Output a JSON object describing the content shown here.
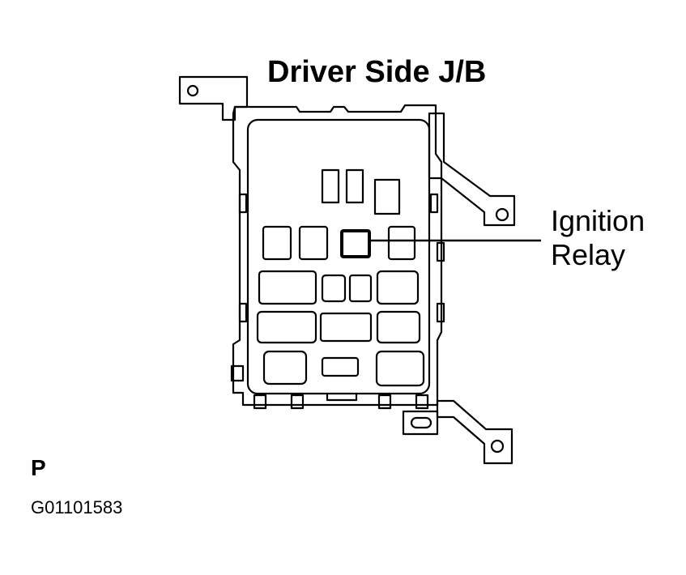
{
  "diagram": {
    "title": "Driver Side J/B",
    "callout": {
      "line1": "Ignition",
      "line2": "Relay"
    },
    "footer": {
      "letter": "P",
      "code": "G01101583"
    }
  }
}
